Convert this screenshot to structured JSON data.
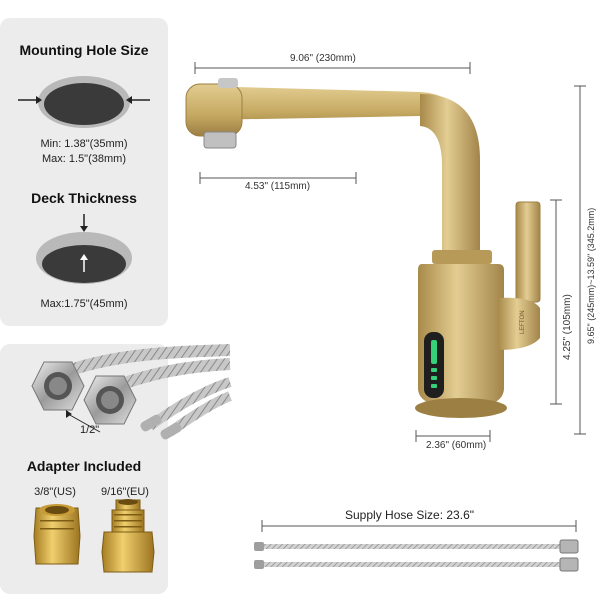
{
  "mounting": {
    "title": "Mounting Hole Size",
    "min": "Min: 1.38\"(35mm)",
    "max": "Max: 1.5\"(38mm)"
  },
  "deck": {
    "title": "Deck Thickness",
    "max": "Max:1.75\"(45mm)"
  },
  "hoses": {
    "size_label": "1/2\""
  },
  "adapter": {
    "title": "Adapter Included",
    "us": "3/8\"(US)",
    "eu": "9/16\"(EU)"
  },
  "dimensions": {
    "width": "9.06\" (230mm)",
    "spout": "4.53\" (115mm)",
    "base": "2.36\" (60mm)",
    "body_height": "4.25\" (105mm)",
    "total_height": "9.65\" (245mm)~13.59\" (345.2mm)"
  },
  "supply_hose": {
    "label": "Supply Hose Size: 23.6\""
  },
  "brand": {
    "logo": "LEFTON"
  },
  "colors": {
    "gold": "#c9ad68",
    "panel": "#ececec",
    "hole_dark": "#3a3a3a",
    "display_green": "#35d07a"
  }
}
